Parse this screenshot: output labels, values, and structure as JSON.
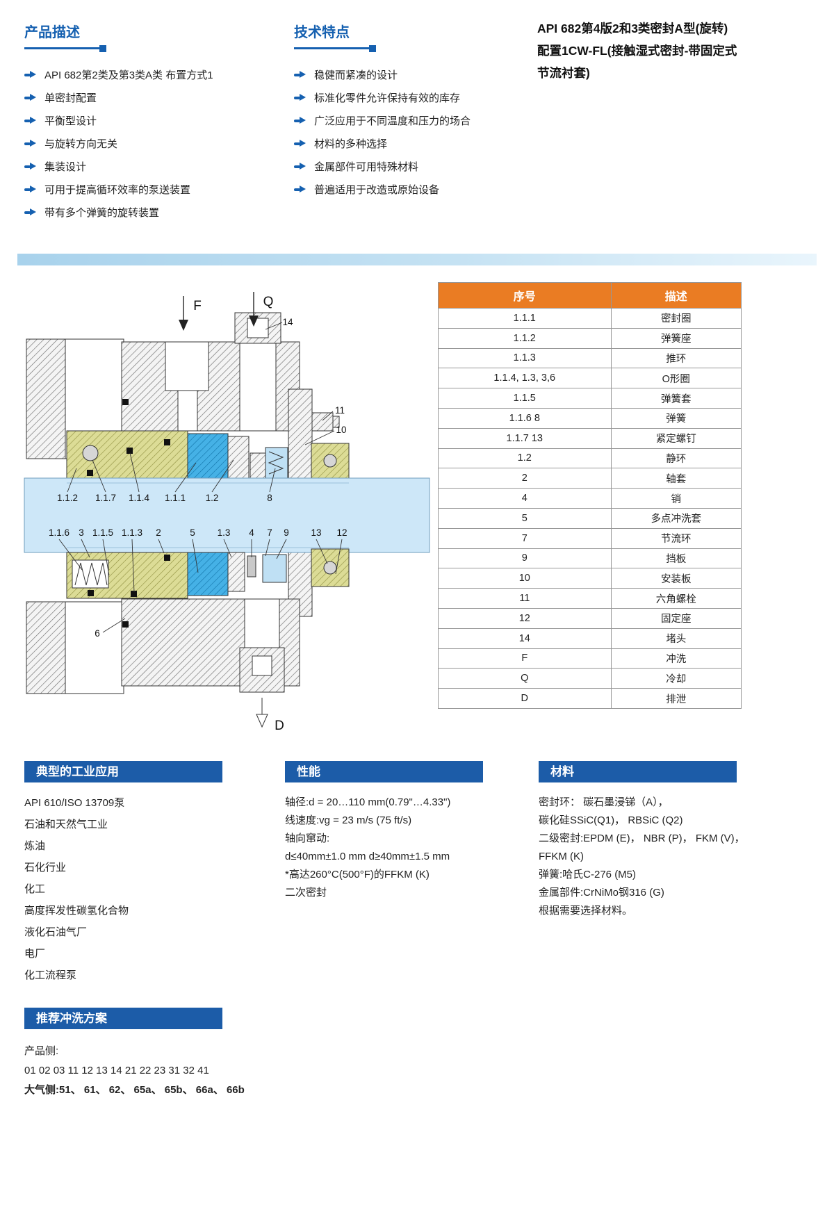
{
  "colors": {
    "accent_blue": "#1560B0",
    "bar_blue": "#1C5CA8",
    "table_orange": "#EA7C23",
    "shaft_blue": "#CDE7F8",
    "spring_blue": "#BFE0F4"
  },
  "page_title": {
    "lines": [
      "API 682第4版2和3类密封A型(旋转)",
      "配置1CW-FL(接触湿式密封-带固定式",
      "节流衬套)"
    ]
  },
  "product_description": {
    "heading": "产品描述",
    "items": [
      "API 682第2类及第3类A类 布置方式1",
      "单密封配置",
      "平衡型设计",
      "与旋转方向无关",
      "集装设计",
      "可用于提高循环效率的泵送装置",
      "带有多个弹簧的旋转装置"
    ]
  },
  "technical_features": {
    "heading": "技术特点",
    "items": [
      "稳健而紧凑的设计",
      "标准化零件允许保持有效的库存",
      "广泛应用于不同温度和压力的场合",
      "材料的多种选择",
      "金属部件可用特殊材料",
      "普遍适用于改造或原始设备"
    ]
  },
  "diagram": {
    "ports": [
      "F",
      "Q",
      "D"
    ],
    "callouts_misc": [
      "14",
      "11",
      "10",
      "6"
    ],
    "row1": [
      "1.1.2",
      "1.1.7",
      "1.1.4",
      "1.1.1",
      "1.2",
      "8"
    ],
    "row2": [
      "1.1.6",
      "3",
      "1.1.5",
      "1.1.3",
      "2",
      "5",
      "1.3",
      "4",
      "7",
      "9",
      "13",
      "12"
    ]
  },
  "parts_table": {
    "headers": [
      "序号",
      "描述"
    ],
    "rows": [
      [
        "1.1.1",
        "密封圈"
      ],
      [
        "1.1.2",
        "弹簧座"
      ],
      [
        "1.1.3",
        "推环"
      ],
      [
        "1.1.4, 1.3, 3,6",
        "O形圈"
      ],
      [
        "1.1.5",
        "弹簧套"
      ],
      [
        "1.1.6 8",
        "弹簧"
      ],
      [
        "1.1.7 13",
        "紧定螺钉"
      ],
      [
        "1.2",
        "静环"
      ],
      [
        "2",
        "轴套"
      ],
      [
        "4",
        "销"
      ],
      [
        "5",
        "多点冲洗套"
      ],
      [
        "7",
        "节流环"
      ],
      [
        "9",
        "挡板"
      ],
      [
        "10",
        "安装板"
      ],
      [
        "11",
        "六角螺栓"
      ],
      [
        "12",
        "固定座"
      ],
      [
        "14",
        "堵头"
      ],
      [
        "F",
        "冲洗"
      ],
      [
        "Q",
        "冷却"
      ],
      [
        "D",
        "排泄"
      ]
    ]
  },
  "applications": {
    "heading": "典型的工业应用",
    "items": [
      "API 610/ISO 13709泵",
      "石油和天然气工业",
      "炼油",
      "石化行业",
      "化工",
      "高度挥发性碳氢化合物",
      "液化石油气厂",
      "电厂",
      "化工流程泵"
    ]
  },
  "performance": {
    "heading": "性能",
    "lines": [
      "轴径:d = 20…110 mm(0.79\"…4.33\")",
      "线速度:vg = 23 m/s (75 ft/s)",
      "轴向窜动:",
      "d≤40mm±1.0 mm d≥40mm±1.5 mm",
      "*高达260°C(500°F)的FFKM (K)",
      "二次密封"
    ]
  },
  "materials": {
    "heading": "材料",
    "lines": [
      "密封环： 碳石墨浸锑（A），",
      "碳化硅SSiC(Q1)， RBSiC (Q2)",
      "二级密封:EPDM (E)， NBR (P)， FKM (V)，",
      "FFKM (K)",
      "弹簧:哈氏C-276 (M5)",
      "金属部件:CrNiMo钢316 (G)",
      "根据需要选择材料。"
    ]
  },
  "flush_plans": {
    "heading": "推荐冲洗方案",
    "lines": [
      "产品侧:",
      "01 02 03 11 12 13 14 21 22 23 31 32 41",
      "大气侧:51、 61、 62、 65a、 65b、 66a、 66b"
    ]
  }
}
